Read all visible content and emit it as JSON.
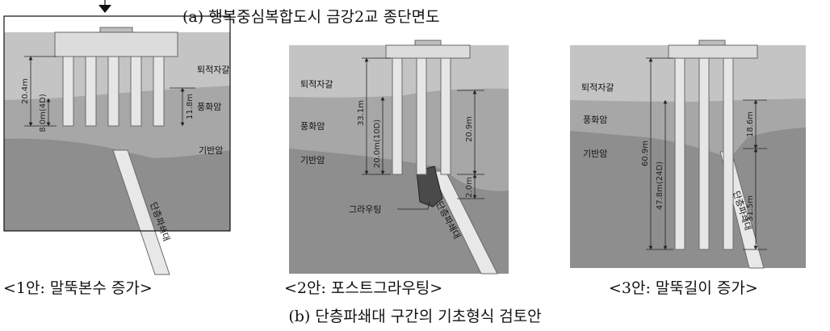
{
  "caption_top": "(a) 행복중심복합도시 금강2교 종단면도",
  "caption_bottom": "(b) 단층파쇄대 구간의 기초형식 검토안",
  "colors": {
    "sediment": "#c4c4c4",
    "weathered": "#a7a7a7",
    "bedrock": "#8e8e8e",
    "pile": "#e6e6e6",
    "pile_edge": "#6a6a6a",
    "fault": "#e8e8e8"
  },
  "panels": [
    {
      "caption": "<1안: 말뚝본수 증가>",
      "labels": {
        "sediment": "퇴적자갈",
        "weathered": "풍화암",
        "bedrock": "기반암",
        "fault": "단층파쇄대"
      },
      "dims": [
        "20.4m",
        "8.0m(4D)",
        "11.8m"
      ]
    },
    {
      "caption": "<2안: 포스트그라우팅>",
      "labels": {
        "sediment": "퇴적자갈",
        "weathered": "풍화암",
        "bedrock": "기반암",
        "fault": "단층파쇄대",
        "grouting": "그라우팅"
      },
      "dims": [
        "33.1m",
        "20.0m(10D)",
        "20.9m",
        "2.0m"
      ]
    },
    {
      "caption": "<3안: 말뚝길이 증가>",
      "labels": {
        "sediment": "퇴적자갈",
        "weathered": "풍화암",
        "bedrock": "기반암",
        "fault": "단층파쇄대"
      },
      "dims": [
        "60.9m",
        "47.8m(24D)",
        "18.6m",
        "31.5m"
      ]
    }
  ]
}
